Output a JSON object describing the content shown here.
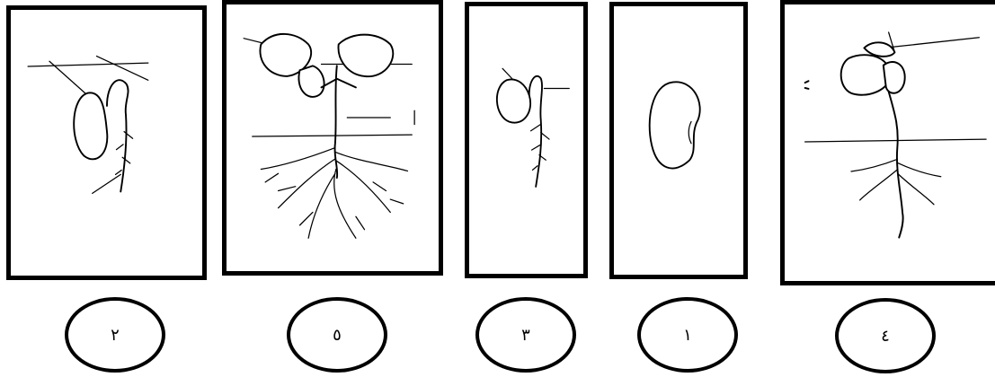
{
  "stage_labels": {
    "panel_1": "٢",
    "panel_2": "٥",
    "panel_3": "٣",
    "panel_4": "١",
    "panel_5": "٤"
  },
  "icons": [
    "bean-seedling-stage-2-icon",
    "bean-plant-stage-5-icon",
    "bean-seedling-stage-3-icon",
    "bean-seed-stage-1-icon",
    "bean-seedling-stage-4-icon"
  ]
}
